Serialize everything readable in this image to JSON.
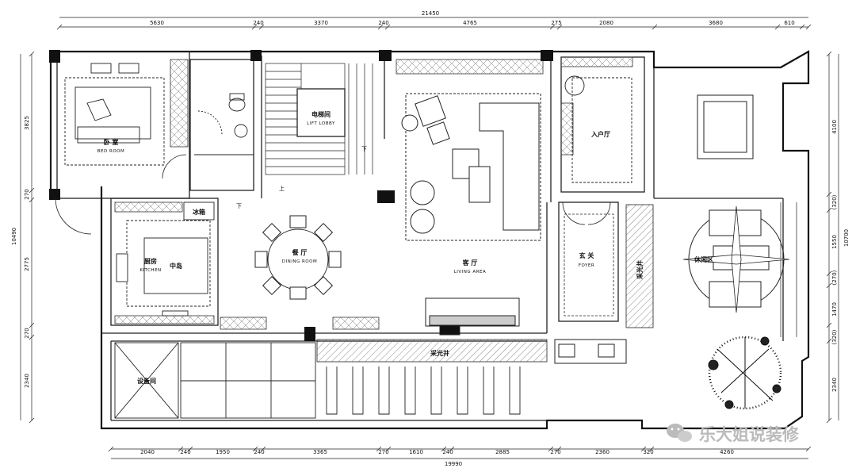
{
  "dimensions": {
    "top": [
      "21450",
      "5630",
      "240",
      "3370",
      "240",
      "4765",
      "275",
      "2080",
      "3680",
      "610"
    ],
    "bottom": [
      "2040",
      "240",
      "1950",
      "240",
      "3365",
      "270",
      "1610",
      "240",
      "2885",
      "270",
      "2360",
      "320",
      "4260",
      "19990"
    ],
    "left": [
      "3825",
      "270",
      "10490",
      "2775",
      "270",
      "2340"
    ],
    "right": [
      "4100",
      "10700",
      "(320)",
      "1550",
      "(270)",
      "1470",
      "(320)",
      "2340"
    ]
  },
  "rooms": {
    "bedroom": {
      "cn": "卧 室",
      "en": "BED ROOM"
    },
    "lift": {
      "cn": "电梯间",
      "en": "LIFT LOBBY"
    },
    "entry_hall": {
      "cn": "入户厅"
    },
    "kitchen": {
      "cn": "厨房",
      "en": "KITCHEN"
    },
    "island": {
      "cn": "中岛"
    },
    "fridge": {
      "cn": "冰箱"
    },
    "dining": {
      "cn": "餐 厅",
      "en": "DINING ROOM"
    },
    "living": {
      "cn": "客 厅",
      "en": "LIVING AREA"
    },
    "foyer": {
      "cn": "玄 关",
      "en": "FOYER"
    },
    "lightwell_right": {
      "cn": "采光井"
    },
    "leisure": {
      "cn": "休闲区"
    },
    "lightwell_bottom": {
      "cn": "采光井"
    },
    "equipment": {
      "cn": "设备间"
    }
  },
  "annotations": {
    "stair_down": "下",
    "stair_up": "上",
    "stair_down_2": "下"
  },
  "watermark": {
    "text": "乐大姐说装修"
  },
  "icons": [
    "wechat-icon",
    "tree-icon",
    "compass-icon"
  ]
}
